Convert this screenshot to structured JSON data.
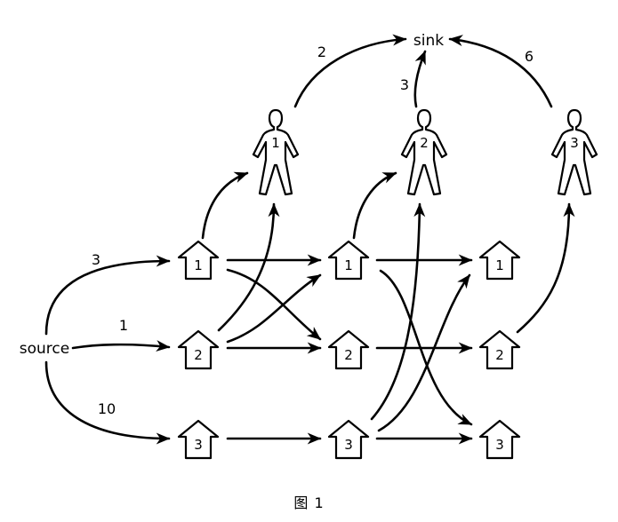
{
  "terminals": {
    "source": "source",
    "sink": "sink"
  },
  "houses": {
    "col1": [
      "1",
      "2",
      "3"
    ],
    "col2": [
      "1",
      "2",
      "3"
    ],
    "col3": [
      "1",
      "2",
      "3"
    ]
  },
  "people": [
    "1",
    "2",
    "3"
  ],
  "edge_labels": {
    "source_to_house1": "3",
    "source_to_house2": "1",
    "source_to_house3": "10",
    "person1_to_sink": "2",
    "person2_to_sink": "3",
    "person3_to_sink": "6"
  },
  "caption": "图 1"
}
